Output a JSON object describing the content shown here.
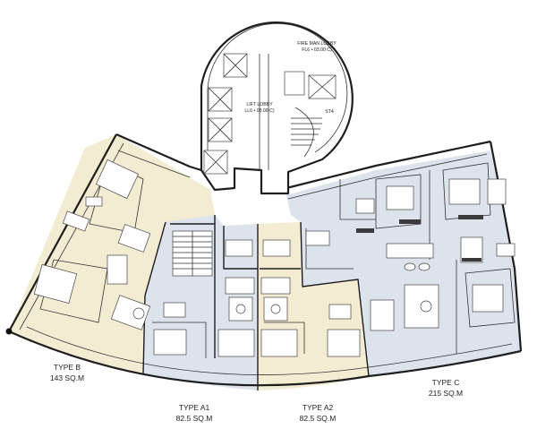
{
  "units": [
    {
      "id": "type-b",
      "name": "TYPE B",
      "area": "143 SQ.M",
      "color": "#f4ecd2"
    },
    {
      "id": "type-a1",
      "name": "TYPE A1",
      "area": "82.5 SQ.M",
      "color": "#dde3ec"
    },
    {
      "id": "type-a2",
      "name": "TYPE A2",
      "area": "82.5 SQ.M",
      "color": "#f4ecd2"
    },
    {
      "id": "type-c",
      "name": "TYPE C",
      "area": "215 SQ.M",
      "color": "#dde3ec"
    }
  ],
  "core": {
    "fireman_lobby": "FIRE MAN LOBBY",
    "fireman_lobby_code": "FL6 • 03.00 C)",
    "lift_lobby": "LIFT LOBBY",
    "lift_lobby_code": "LL6 • 03.00 C)",
    "stair": "ST4"
  }
}
